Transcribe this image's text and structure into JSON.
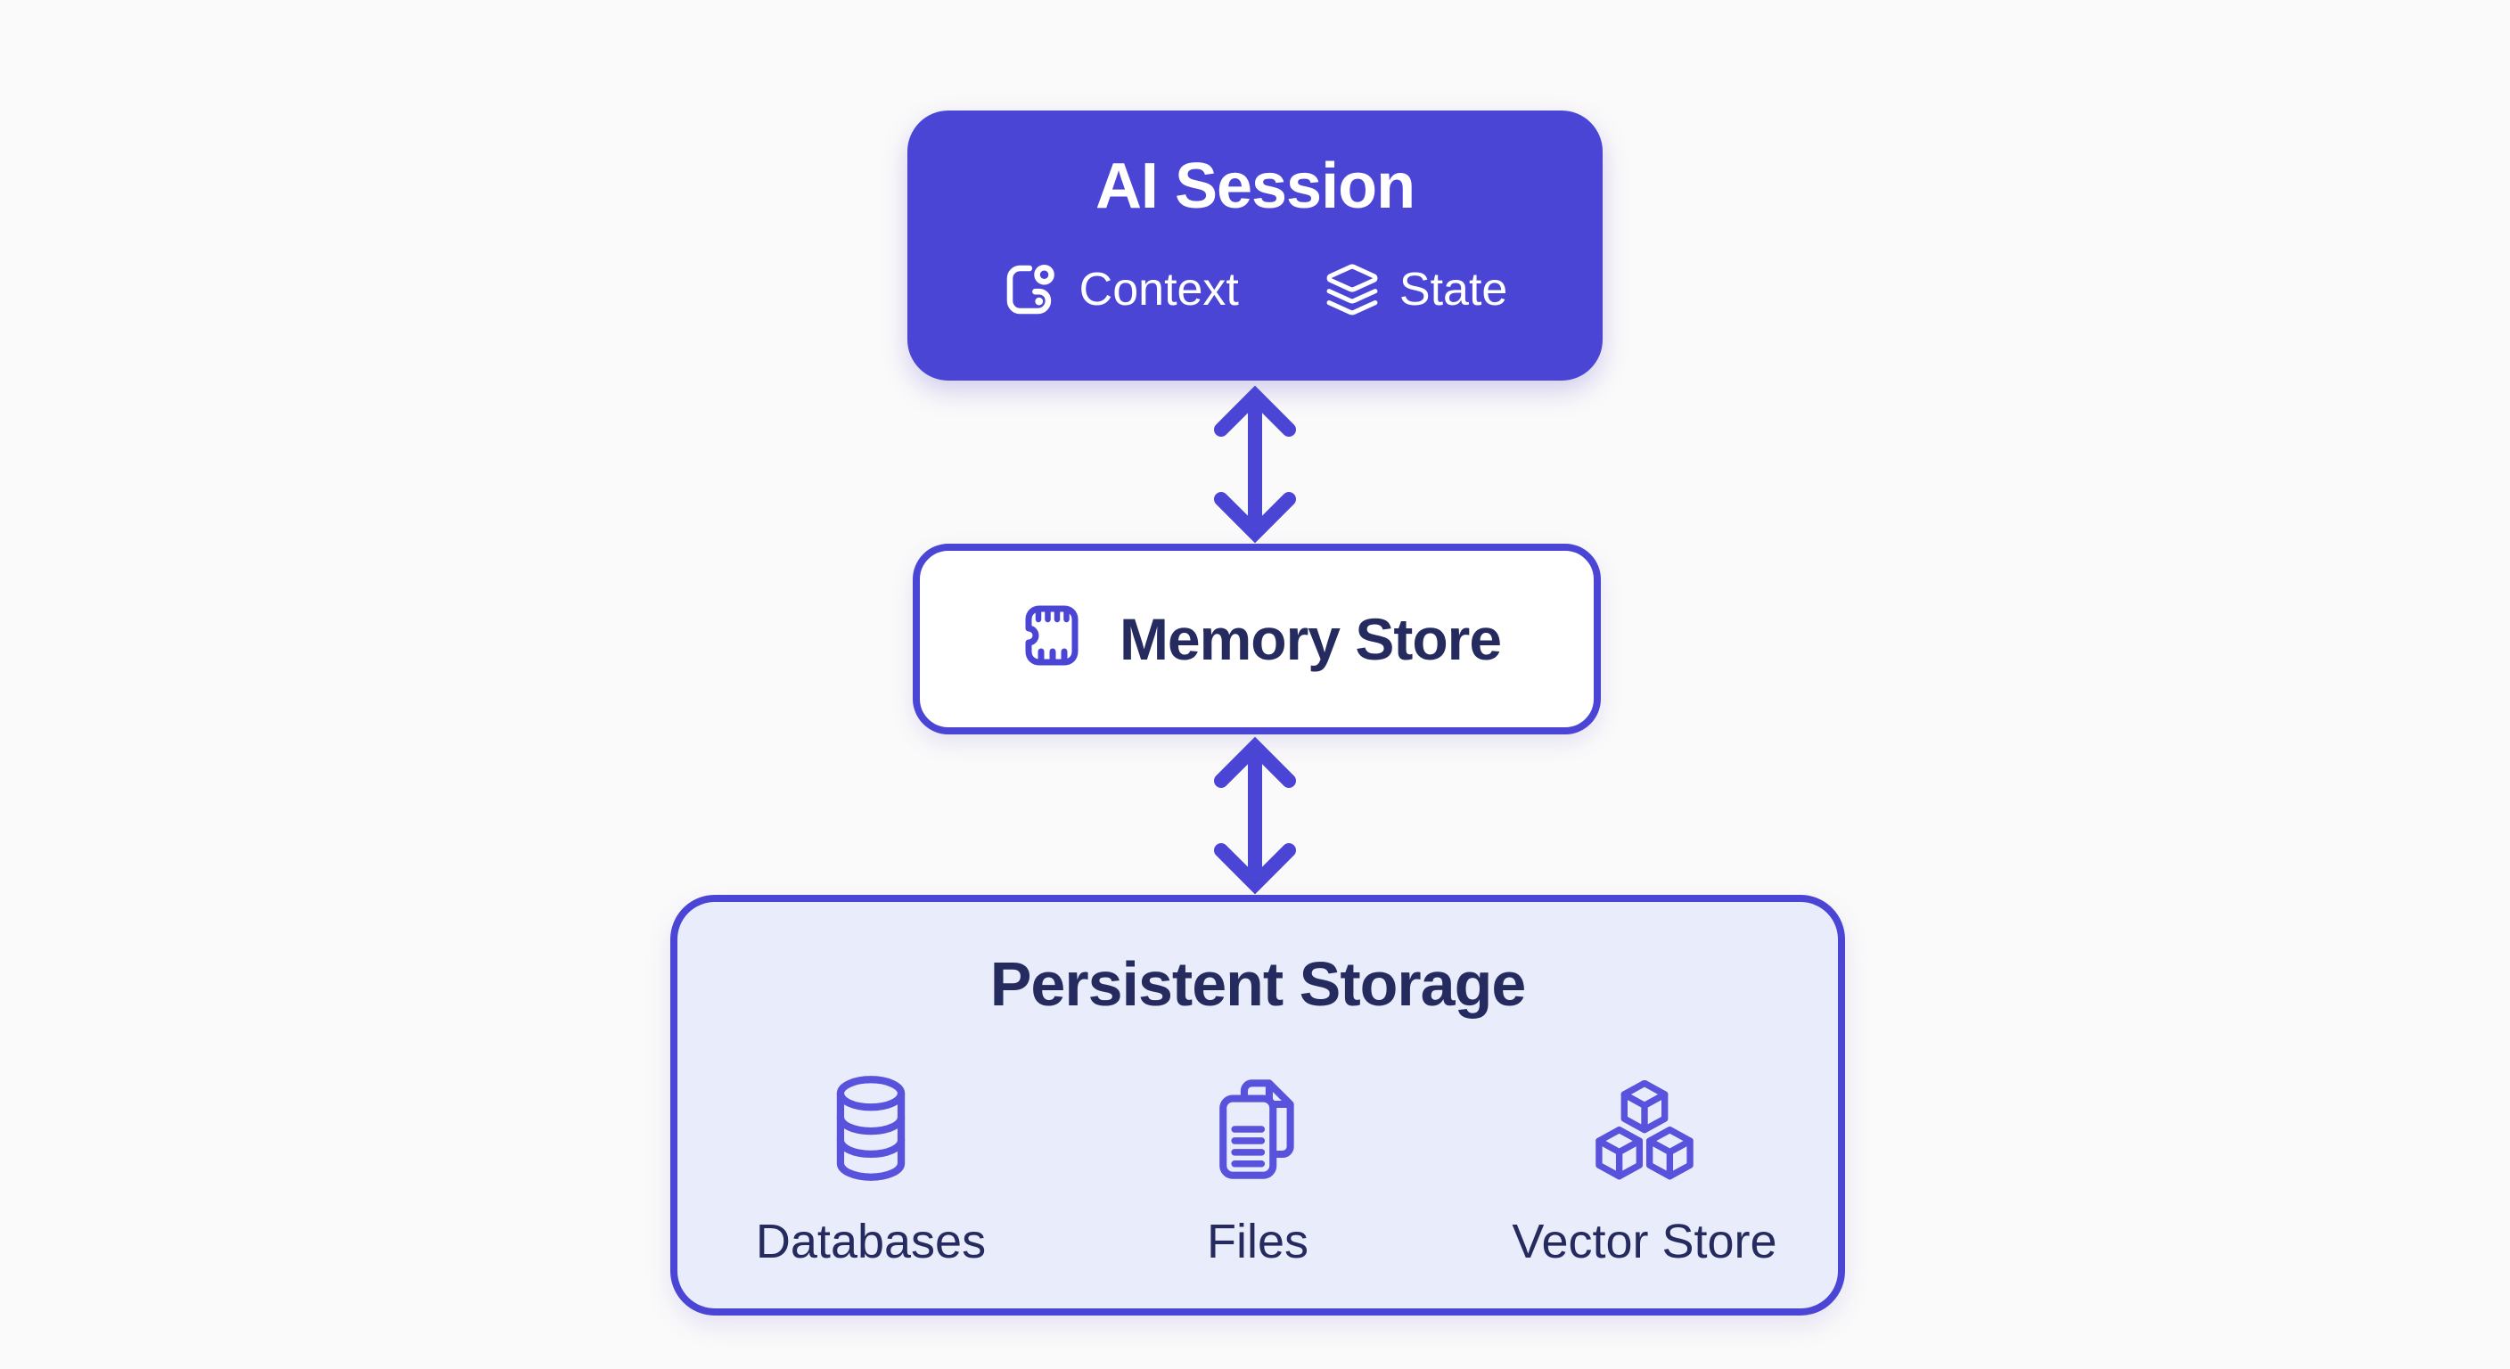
{
  "colors": {
    "accent": "#4b45d6",
    "accent_icon": "#5852dc",
    "panel_fill": "#e9ecfb",
    "navy": "#252b5e",
    "background": "#fbfafa",
    "white": "#ffffff"
  },
  "ai_session": {
    "title": "AI Session",
    "badges": [
      {
        "label": "Context",
        "icon": "context-icon"
      },
      {
        "label": "State",
        "icon": "layers-icon"
      }
    ]
  },
  "memory_store": {
    "title": "Memory Store",
    "icon": "memory-chip-icon"
  },
  "persistent_storage": {
    "title": "Persistent Storage",
    "items": [
      {
        "label": "Databases",
        "icon": "database-icon"
      },
      {
        "label": "Files",
        "icon": "files-icon"
      },
      {
        "label": "Vector Store",
        "icon": "cubes-icon"
      }
    ]
  }
}
